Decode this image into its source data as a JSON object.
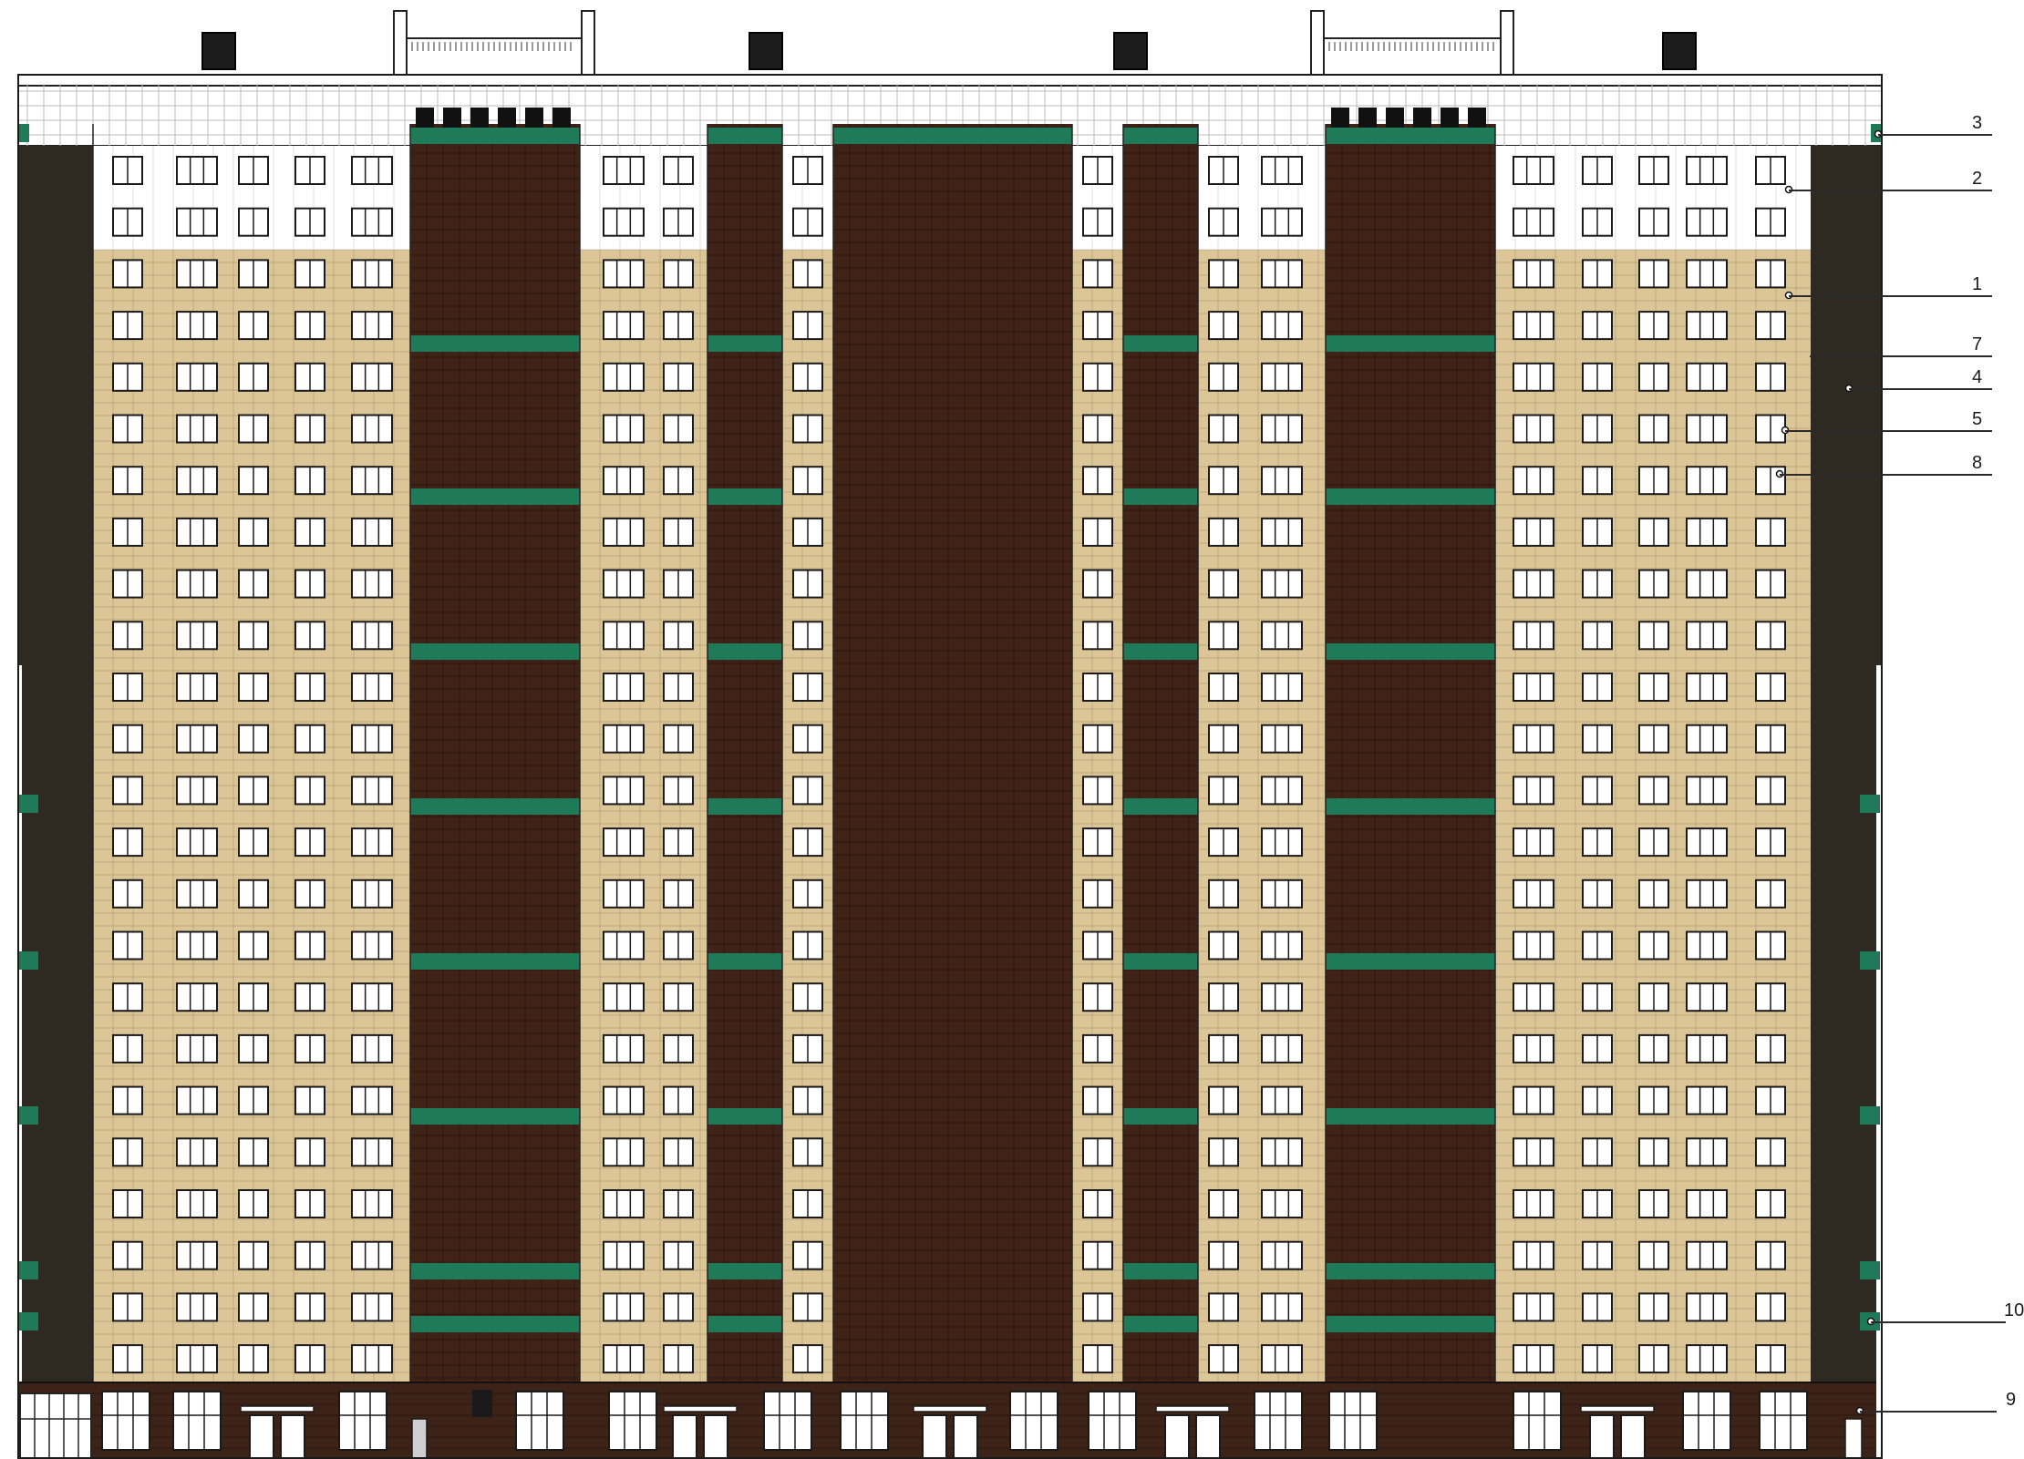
{
  "colors": {
    "beige": "#dcc596",
    "brown": "#3b2016",
    "brown_panel": "#402217",
    "dark_tower": "#2e2a22",
    "green": "#1f7a5a",
    "white": "#ffffff",
    "line": "#2a2a2a",
    "ground": "#3d2218"
  },
  "facade": {
    "floors_beige": 22,
    "floors_white": 2,
    "ground_floor": 1
  },
  "callouts": [
    {
      "label": "3"
    },
    {
      "label": "2"
    },
    {
      "label": "1"
    },
    {
      "label": "7"
    },
    {
      "label": "4"
    },
    {
      "label": "5"
    },
    {
      "label": "8"
    },
    {
      "label": "10"
    },
    {
      "label": "9"
    }
  ]
}
